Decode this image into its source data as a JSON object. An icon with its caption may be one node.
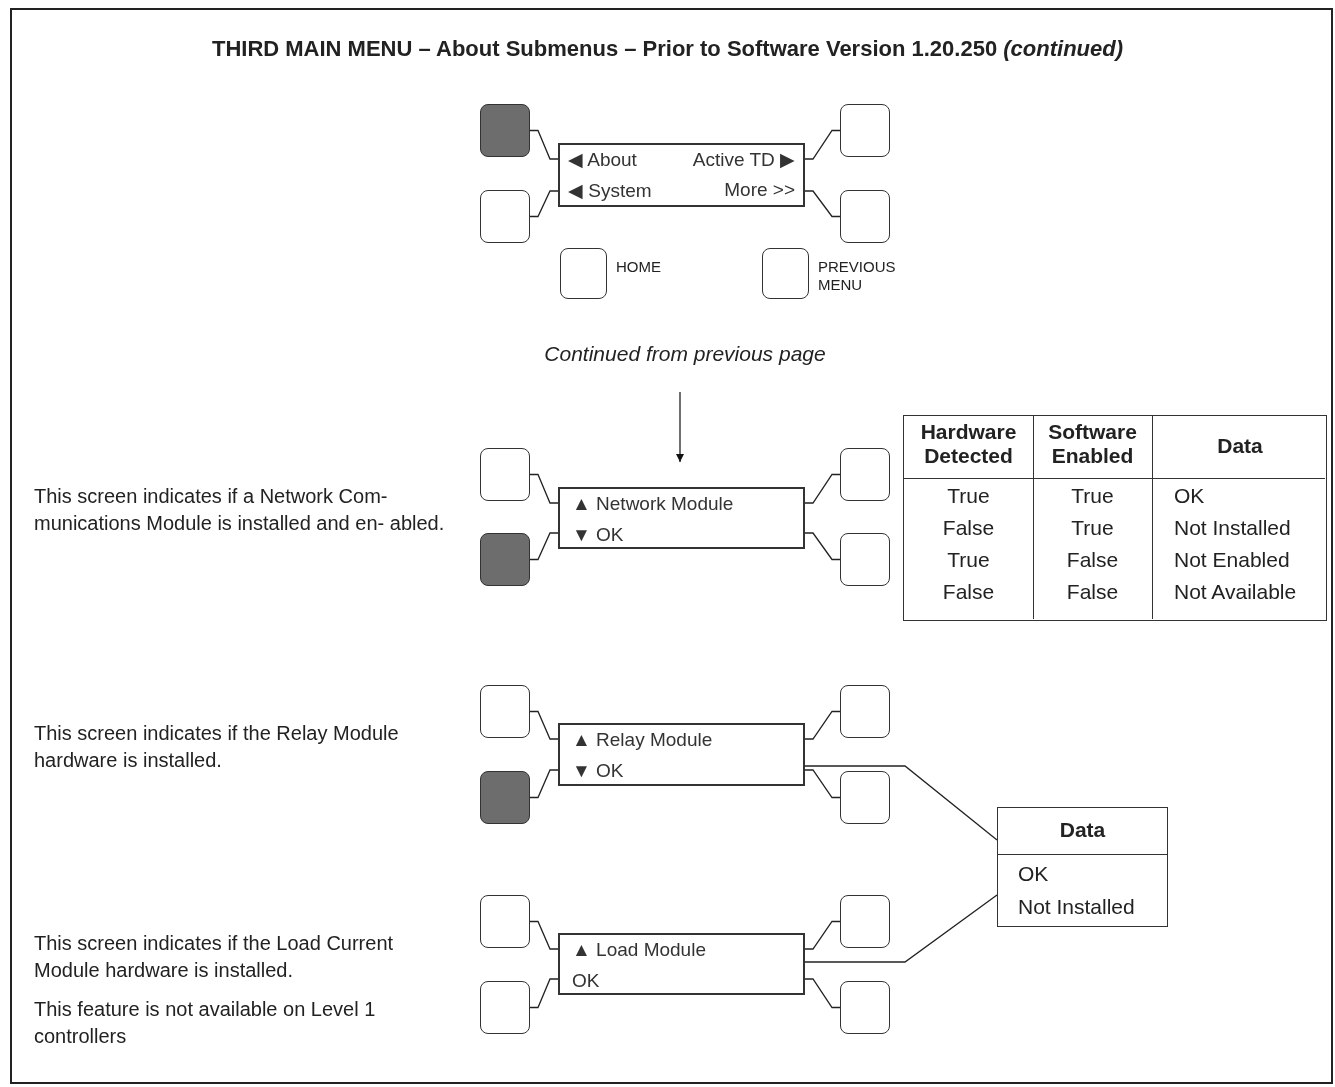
{
  "diagram": {
    "title": "THIRD MAIN MENU – About Submenus – Prior to Software Version 1.20.250 *(continued)*",
    "nodes": [
      {
        "text": [
          "◀ About",
          "Active TD ▶",
          "◀ System",
          "More >>"
        ]
      },
      {
        "text": [],
        "shape": "box"
      },
      {
        "text": [],
        "shape": "box"
      },
      {
        "text": [],
        "shape": "box"
      },
      {
        "text": [],
        "shape": "box"
      },
      {
        "text": [],
        "shape": "box",
        "beside": [
          "HOME"
        ]
      },
      {
        "text": [],
        "shape": "box",
        "beside": [
          "PREVIOUS MENU"
        ]
      },
      {
        "text": [
          "Continued from previous page"
        ]
      },
      {
        "text": [
          "▲ Network Module",
          "▼ OK"
        ]
      },
      {
        "text": [],
        "shape": "box"
      },
      {
        "text": [],
        "shape": "box"
      },
      {
        "text": [],
        "shape": "box"
      },
      {
        "text": [],
        "shape": "box"
      },
      {
        "text": [
          "▲ Relay Module",
          "▼ OK"
        ]
      },
      {
        "text": [],
        "shape": "box"
      },
      {
        "text": [],
        "shape": "box"
      },
      {
        "text": [],
        "shape": "box"
      },
      {
        "text": [],
        "shape": "box"
      },
      {
        "text": [
          "Data",
          "OK",
          "Not Installed"
        ]
      },
      {
        "text": [
          "▲ Load Module",
          "OK"
        ]
      },
      {
        "text": [],
        "shape": "box"
      },
      {
        "text": [],
        "shape": "box"
      },
      {
        "text": [],
        "shape": "box"
      },
      {
        "text": [],
        "shape": "box"
      }
    ],
    "edges": [
      {
        "from": 1,
        "to": 0,
        "arrow": "none"
      },
      {
        "from": 2,
        "to": 0,
        "arrow": "none"
      },
      {
        "from": 3,
        "to": 0,
        "arrow": "none"
      },
      {
        "from": 4,
        "to": 0,
        "arrow": "none"
      },
      {
        "from": 7,
        "to": 8,
        "arrow": "to"
      },
      {
        "from": 9,
        "to": 8,
        "arrow": "none"
      },
      {
        "from": 10,
        "to": 8,
        "arrow": "none"
      },
      {
        "from": 11,
        "to": 8,
        "arrow": "none"
      },
      {
        "from": 12,
        "to": 8,
        "arrow": "none"
      },
      {
        "from": 14,
        "to": 13,
        "arrow": "none"
      },
      {
        "from": 15,
        "to": 13,
        "arrow": "none"
      },
      {
        "from": 16,
        "to": 13,
        "arrow": "none"
      },
      {
        "from": 17,
        "to": 13,
        "arrow": "none"
      },
      {
        "from": 18,
        "to": 13,
        "arrow": "none"
      },
      {
        "from": 18,
        "to": 19,
        "arrow": "none"
      },
      {
        "from": 20,
        "to": 19,
        "arrow": "none"
      },
      {
        "from": 21,
        "to": 19,
        "arrow": "none"
      },
      {
        "from": 22,
        "to": 19,
        "arrow": "none"
      },
      {
        "from": 23,
        "to": 19,
        "arrow": "none"
      }
    ],
    "labels": [
      "This screen indicates if a Network Com- munications Module is installed and en- abled.",
      "Hardware Detected",
      "Software Enabled",
      "Data",
      "True",
      "True",
      "OK",
      "False",
      "True",
      "Not Installed",
      "True",
      "False",
      "Not Enabled",
      "False",
      "False",
      "Not Available",
      "This screen indicates if the Relay Module hardware is installed.",
      "This screen indicates if the Load Current Module hardware is installed.",
      "This feature is not available on Level 1 controllers"
    ]
  }
}
